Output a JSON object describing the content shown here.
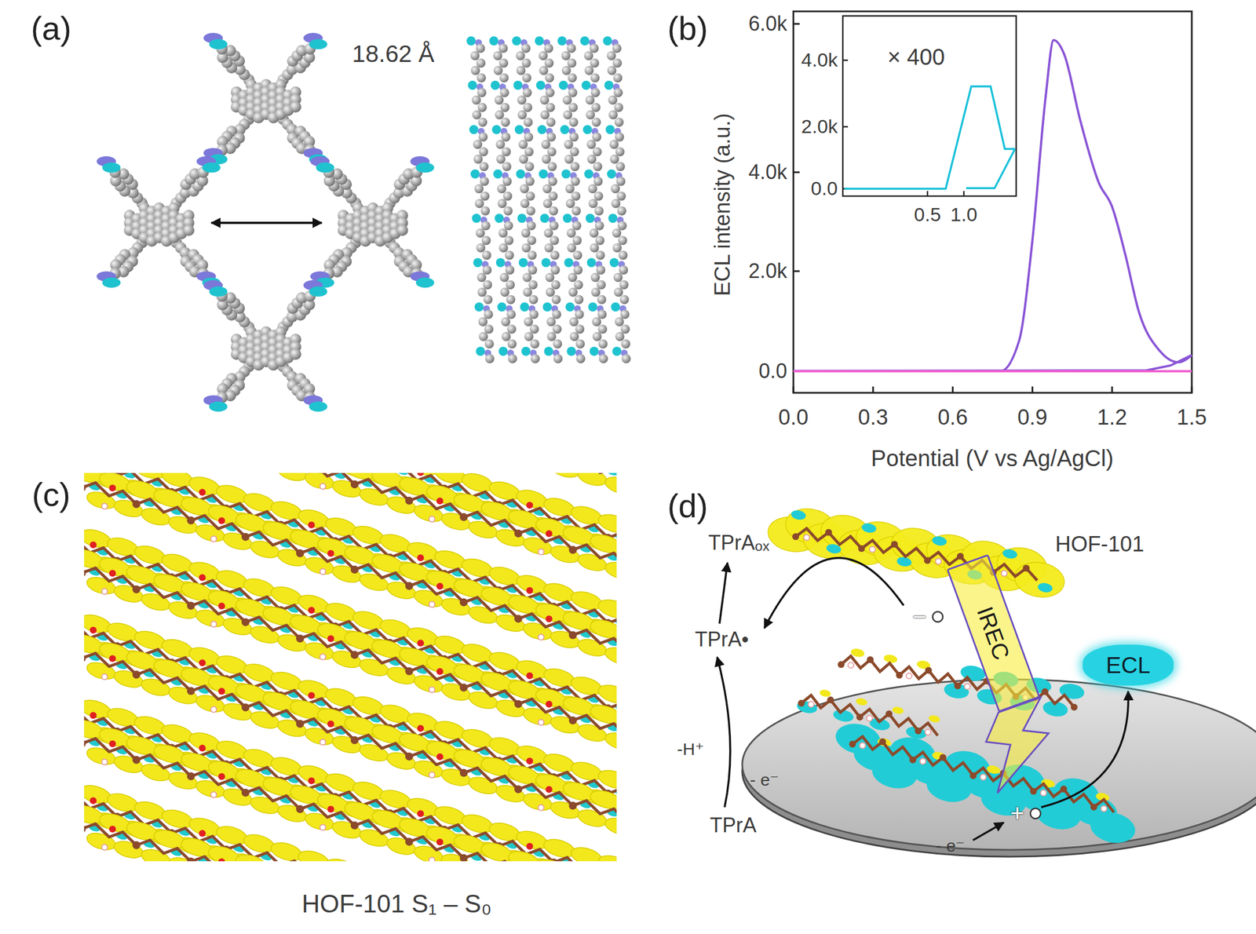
{
  "diagram": {
    "nodes": [
      {
        "text": [
          "IREC"
        ]
      },
      {
        "text": [
          "ECL"
        ]
      }
    ],
    "labels": [
      "(a)",
      "18.62 Å",
      "(b)",
      "6.0k",
      "4.0k",
      "2.0k",
      "0.0",
      "ECL intensity (a.u.)",
      "4.0k",
      "2.0k",
      "0.0",
      "× 400",
      "0.5",
      "1.0",
      "0.0",
      "0.3",
      "0.6",
      "0.9",
      "1.2",
      "1.5",
      "Potential (V vs Ag/AgCl)",
      "(c)",
      "HOF-101 S₁ – S₀",
      "(d)",
      "TPrAₒₓ",
      "HOF-101",
      "TPrA•",
      "-H⁺",
      "- e⁻",
      "TPrA",
      "- e⁻",
      "−",
      "+"
    ]
  }
}
